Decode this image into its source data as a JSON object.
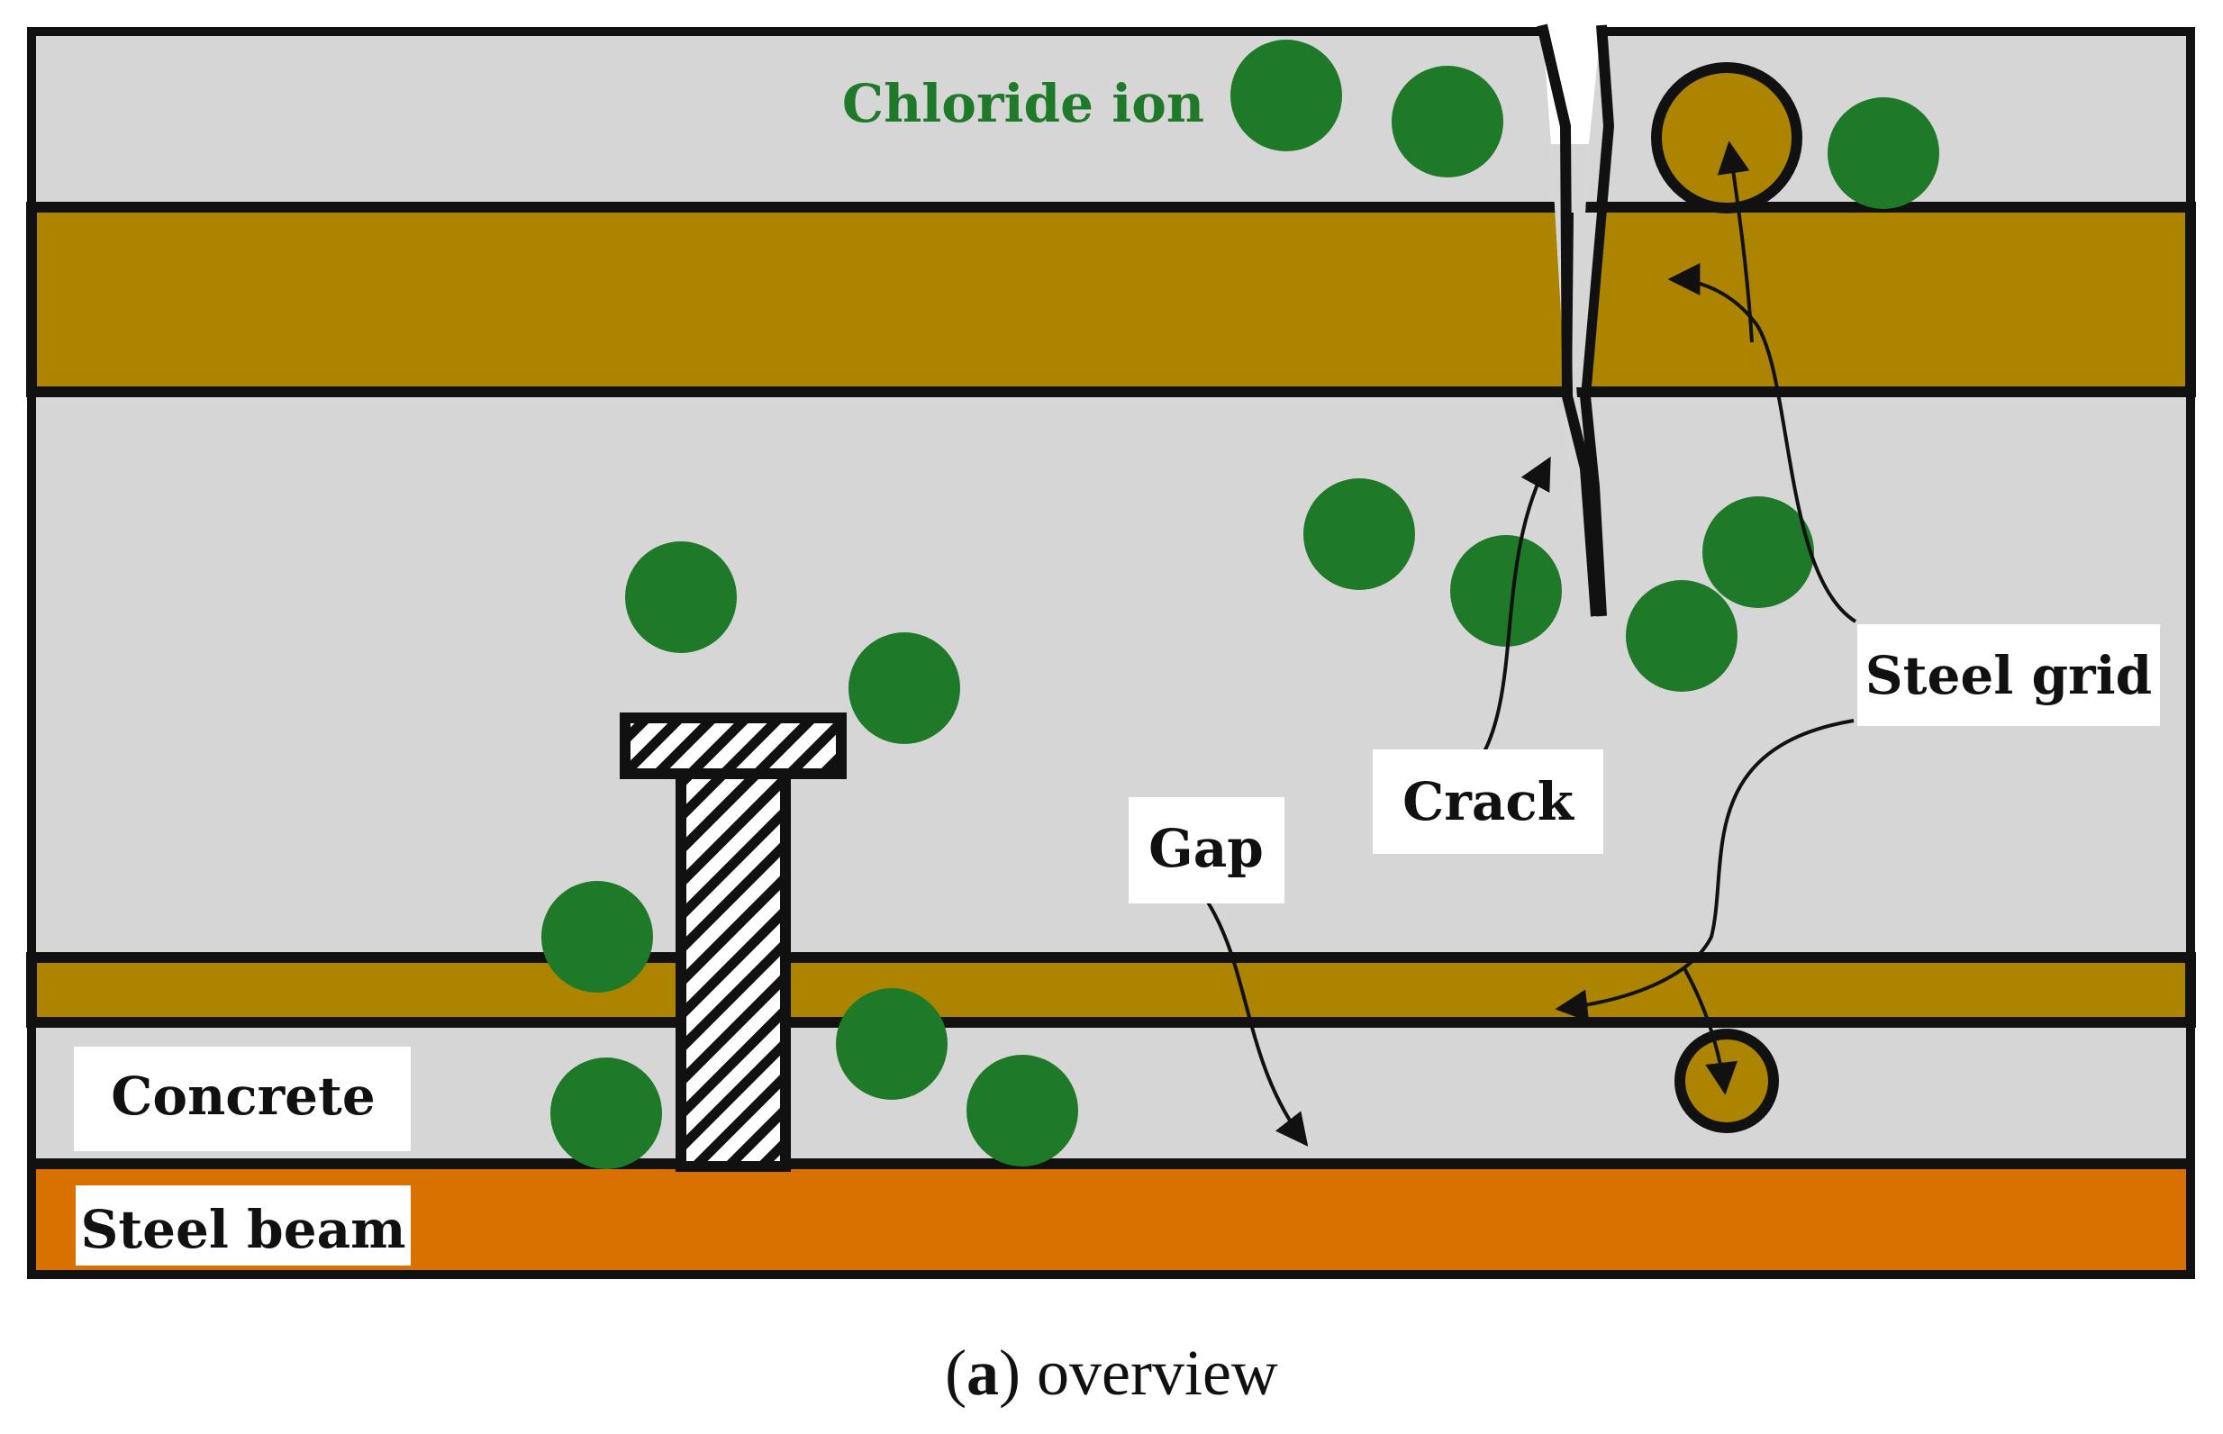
{
  "colors": {
    "concrete": "#d6d6d6",
    "steel_grid": "#ad8400",
    "steel_beam": "#d87100",
    "chloride": "#1e7a28",
    "outline": "#111111",
    "label_bg": "#ffffff"
  },
  "labels": {
    "chloride_ion": "Chloride ion",
    "steel_grid": "Steel grid",
    "crack": "Crack",
    "gap": "Gap",
    "concrete": "Concrete",
    "steel_beam": "Steel beam"
  },
  "caption": {
    "letter": "a",
    "open_paren": "(",
    "close_paren": ")",
    "text": " overview"
  }
}
